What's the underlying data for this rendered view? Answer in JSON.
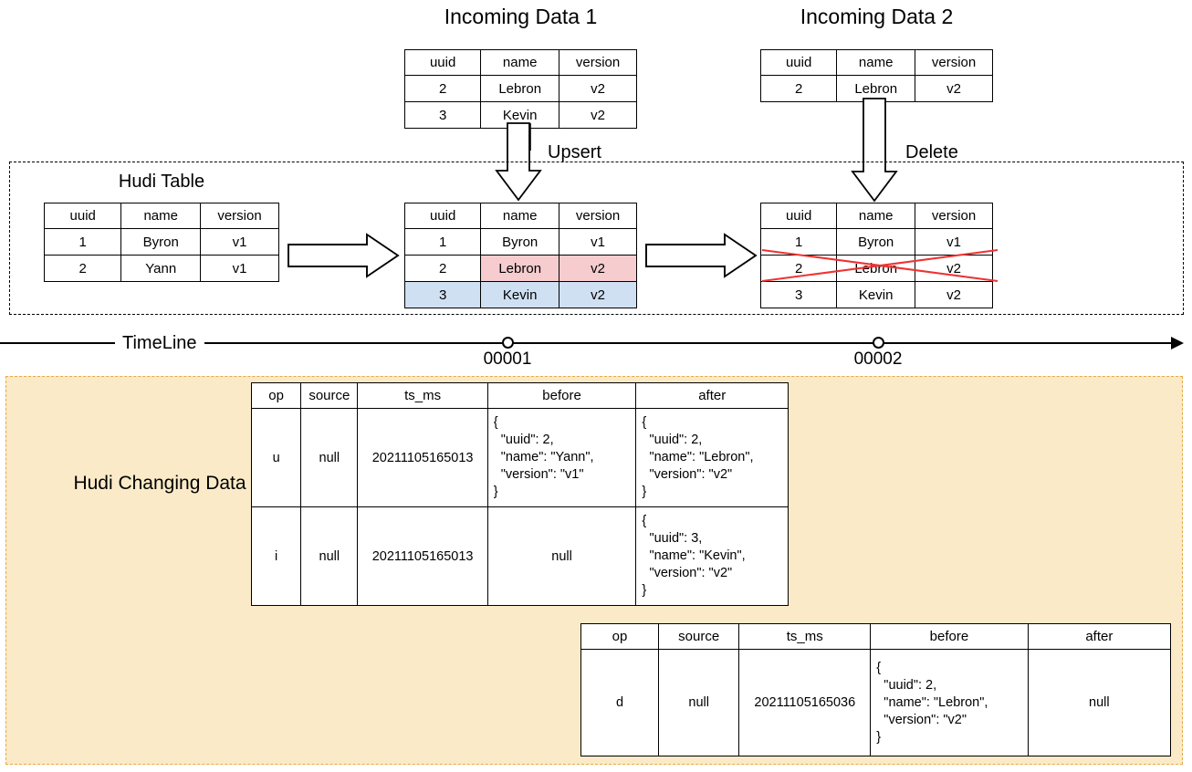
{
  "diagram": {
    "incoming1": {
      "title": "Incoming Data 1",
      "columns": [
        "uuid",
        "name",
        "version"
      ],
      "rows": [
        [
          "2",
          "Lebron",
          "v2"
        ],
        [
          "3",
          "Kevin",
          "v2"
        ]
      ],
      "operation_label": "Upsert"
    },
    "incoming2": {
      "title": "Incoming Data 2",
      "columns": [
        "uuid",
        "name",
        "version"
      ],
      "rows": [
        [
          "2",
          "Lebron",
          "v2"
        ]
      ],
      "operation_label": "Delete"
    },
    "hudi_table": {
      "title": "Hudi Table",
      "state_initial": {
        "columns": [
          "uuid",
          "name",
          "version"
        ],
        "rows": [
          [
            "1",
            "Byron",
            "v1"
          ],
          [
            "2",
            "Yann",
            "v1"
          ]
        ]
      },
      "state_after_upsert": {
        "columns": [
          "uuid",
          "name",
          "version"
        ],
        "rows": [
          [
            "1",
            "Byron",
            "v1"
          ],
          [
            "2",
            "Lebron",
            "v2"
          ],
          [
            "3",
            "Kevin",
            "v2"
          ]
        ],
        "highlight_updated_row": 2,
        "highlight_inserted_row": 3,
        "color_updated": "#f6ccce",
        "color_inserted": "#cfe0f3"
      },
      "state_after_delete": {
        "columns": [
          "uuid",
          "name",
          "version"
        ],
        "rows": [
          [
            "1",
            "Byron",
            "v1"
          ],
          [
            "2",
            "Lebron",
            "v2"
          ],
          [
            "3",
            "Kevin",
            "v2"
          ]
        ],
        "struck_row": 2,
        "strike_color": "#ee3333"
      }
    },
    "timeline": {
      "label": "TimeLine",
      "commits": [
        "00001",
        "00002"
      ]
    },
    "changing_data": {
      "label": "Hudi Changing Data",
      "background": "#faeac7",
      "border": "#e6a945",
      "table1": {
        "columns": [
          "op",
          "source",
          "ts_ms",
          "before",
          "after"
        ],
        "rows": [
          {
            "op": "u",
            "source": "null",
            "ts_ms": "20211105165013",
            "before": "{\n  \"uuid\": 2,\n  \"name\": \"Yann\",\n  \"version\": \"v1\"\n}",
            "after": "{\n  \"uuid\": 2,\n  \"name\": \"Lebron\",\n  \"version\": \"v2\"\n}"
          },
          {
            "op": "i",
            "source": "null",
            "ts_ms": "20211105165013",
            "before": "null",
            "after": "{\n  \"uuid\": 3,\n  \"name\": \"Kevin\",\n  \"version\": \"v2\"\n}"
          }
        ]
      },
      "table2": {
        "columns": [
          "op",
          "source",
          "ts_ms",
          "before",
          "after"
        ],
        "rows": [
          {
            "op": "d",
            "source": "null",
            "ts_ms": "20211105165036",
            "before": "{\n  \"uuid\": 2,\n  \"name\": \"Lebron\",\n  \"version\": \"v2\"\n}",
            "after": "null"
          }
        ]
      }
    }
  }
}
